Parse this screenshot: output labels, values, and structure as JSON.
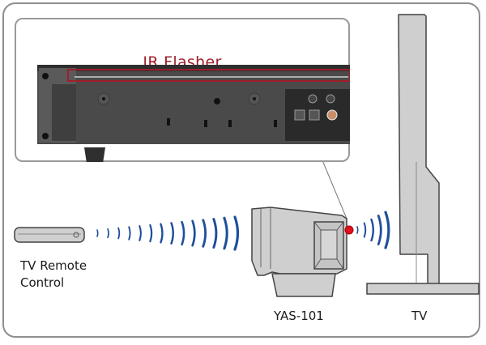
{
  "diagram": {
    "inset_title": "IR Flasher",
    "labels": {
      "remote": [
        "TV Remote",
        "Control"
      ],
      "soundbar": "YAS-101",
      "tv": "TV"
    },
    "colors": {
      "highlight": "#a01e2a",
      "signal_wave": "#1f4f9c",
      "ir_emitter": "#e0101e",
      "device_body": "#cfcfcf",
      "device_outline": "#555555",
      "soundbar_underside": "#4a4a4a",
      "frame": "#8e8e8e"
    },
    "signal_arcs": {
      "remote_to_soundbar": 14,
      "soundbar_to_tv": 5
    }
  }
}
